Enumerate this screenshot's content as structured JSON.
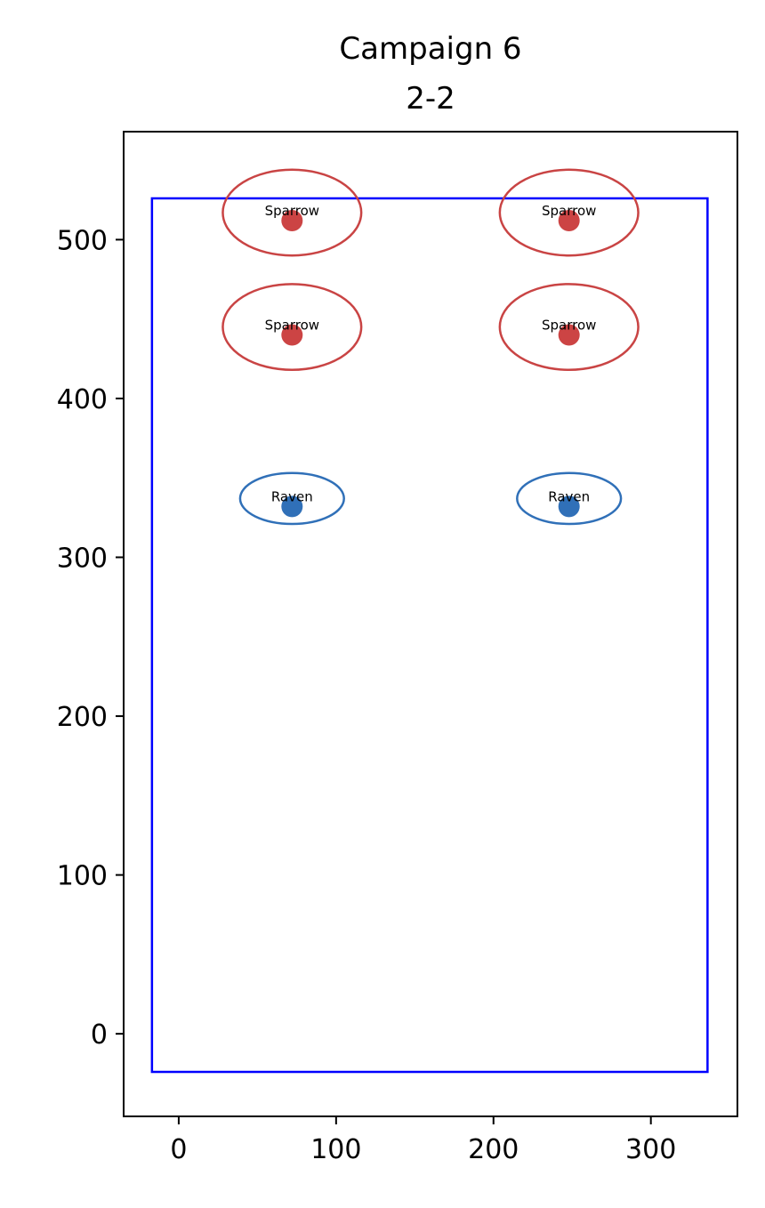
{
  "chart_data": {
    "type": "scatter",
    "title": [
      "Campaign 6",
      "2-2"
    ],
    "xlabel": "",
    "ylabel": "",
    "xlim": [
      -35,
      355
    ],
    "ylim": [
      -52,
      568
    ],
    "x_ticks": [
      0,
      100,
      200,
      300
    ],
    "y_ticks": [
      0,
      100,
      200,
      300,
      400,
      500
    ],
    "grid": false,
    "boundary": {
      "x0": -17,
      "x1": 336,
      "y0": -24,
      "y1": 526,
      "color": "#0000ff"
    },
    "points": [
      {
        "label": "Sparrow",
        "x": 72,
        "y": 512,
        "rx": 44,
        "ry": 27,
        "color": "#cc4444",
        "ring_color": "#c94444"
      },
      {
        "label": "Sparrow",
        "x": 248,
        "y": 512,
        "rx": 44,
        "ry": 27,
        "color": "#cc4444",
        "ring_color": "#c94444"
      },
      {
        "label": "Sparrow",
        "x": 72,
        "y": 440,
        "rx": 44,
        "ry": 27,
        "color": "#cc4444",
        "ring_color": "#c94444"
      },
      {
        "label": "Sparrow",
        "x": 248,
        "y": 440,
        "rx": 44,
        "ry": 27,
        "color": "#cc4444",
        "ring_color": "#c94444"
      },
      {
        "label": "Raven",
        "x": 72,
        "y": 332,
        "rx": 33,
        "ry": 16,
        "color": "#3070b8",
        "ring_color": "#3070b8"
      },
      {
        "label": "Raven",
        "x": 248,
        "y": 332,
        "rx": 33,
        "ry": 16,
        "color": "#3070b8",
        "ring_color": "#3070b8"
      }
    ]
  }
}
